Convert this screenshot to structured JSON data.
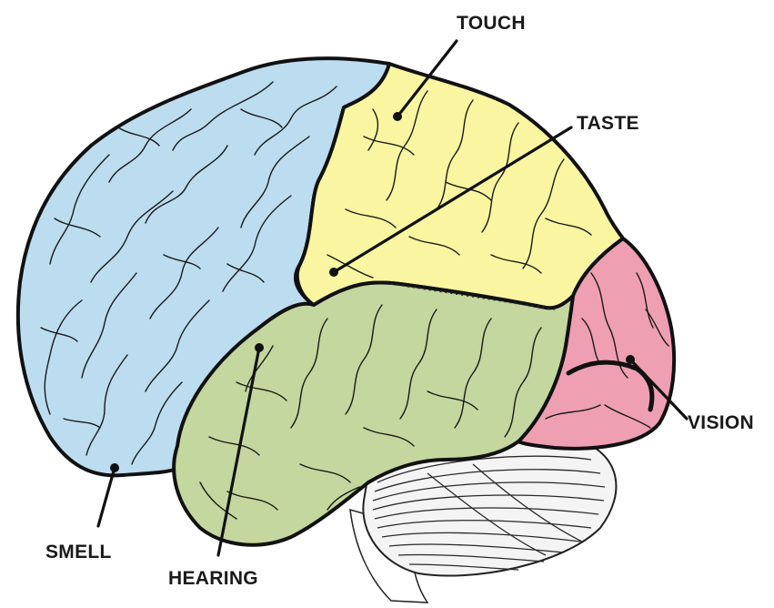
{
  "labels": {
    "touch": "TOUCH",
    "taste": "TASTE",
    "vision": "VISION",
    "smell": "SMELL",
    "hearing": "HEARING"
  },
  "colors": {
    "frontal_lobe": "#bcdcf0",
    "parietal_lobe": "#f9f5a0",
    "temporal_lobe": "#c3d79e",
    "occipital_lobe": "#ef9fb2",
    "cerebellum": "#f4f4f4",
    "outline": "#111111"
  }
}
